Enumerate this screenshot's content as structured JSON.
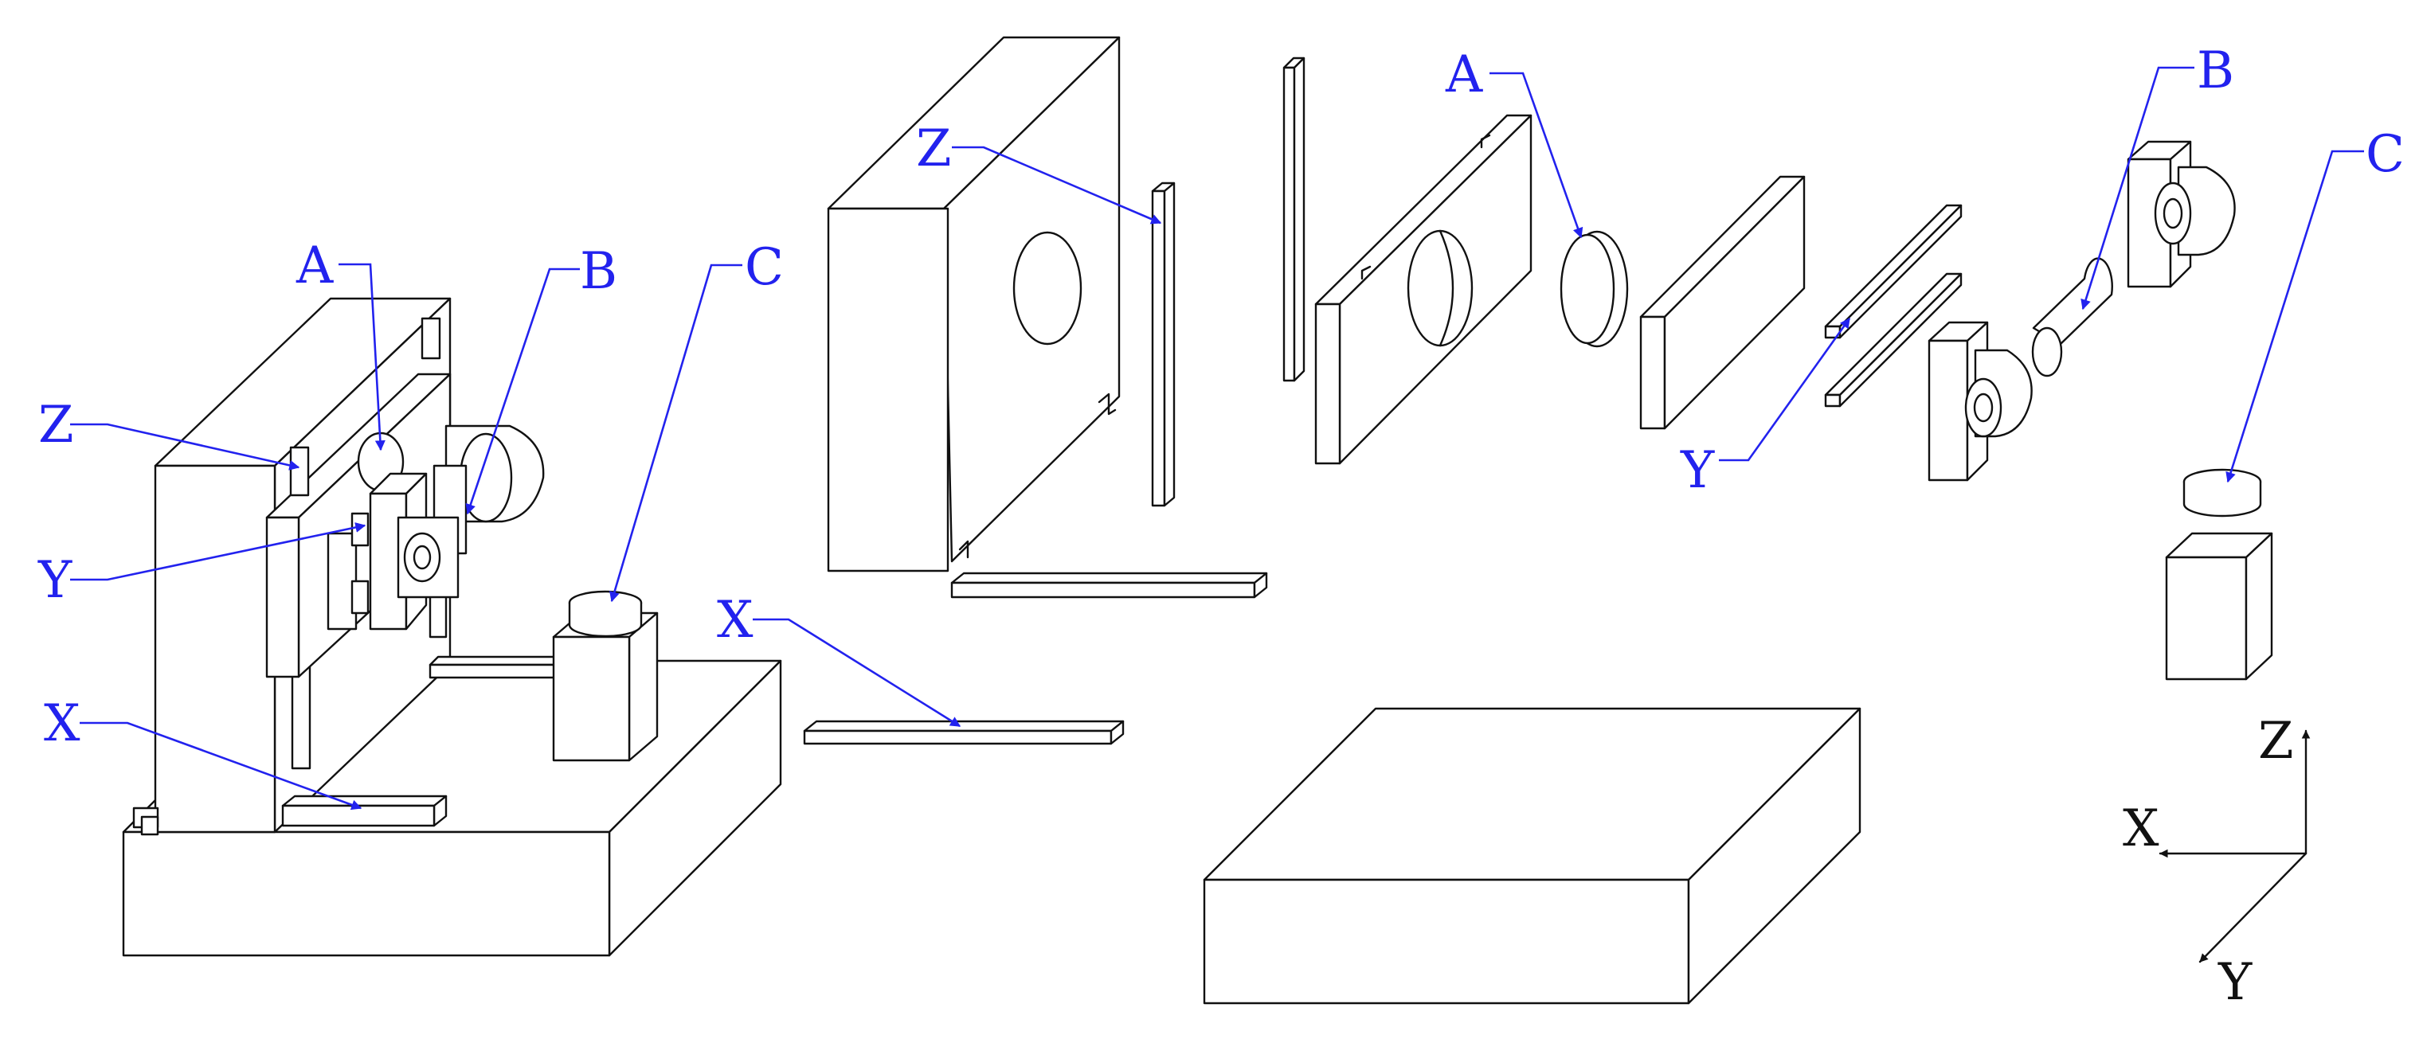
{
  "diagram": {
    "labels": {
      "assembly": {
        "a": "A",
        "b": "B",
        "c": "C",
        "x": "X",
        "y": "Y",
        "z": "Z"
      },
      "exploded": {
        "a": "A",
        "b": "B",
        "c": "C",
        "x": "X",
        "y": "Y",
        "z": "Z"
      }
    },
    "axes": {
      "x": "X",
      "y": "Y",
      "z": "Z"
    },
    "colors": {
      "leader": "#2222ee",
      "line": "#111111",
      "background": "#ffffff"
    }
  }
}
